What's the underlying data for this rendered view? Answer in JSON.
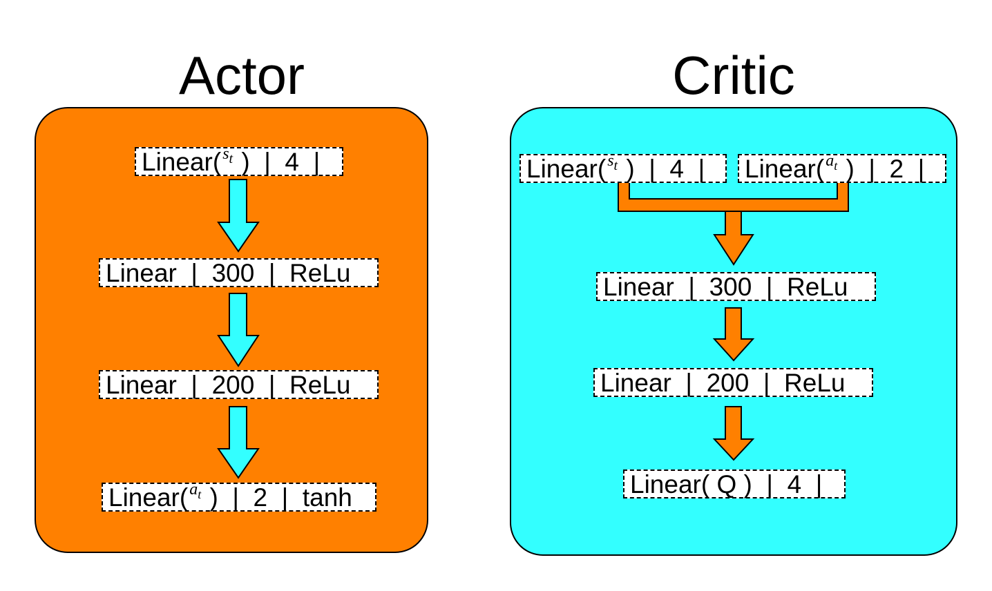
{
  "colors": {
    "actor_panel": "#ff8000",
    "critic_panel": "#33ffff",
    "actor_arrow": "#33ffff",
    "critic_arrow": "#ff8000"
  },
  "actor": {
    "title": "Actor",
    "layers": [
      {
        "pre": "Linear(",
        "sym": "s",
        "sub": "t",
        "post": " )  |  4  |"
      },
      {
        "text": "Linear  |  300  |  ReLu"
      },
      {
        "text": "Linear  |  200  |  ReLu"
      },
      {
        "pre": "Linear(",
        "sym": "a",
        "sub": "t",
        "post": " )  |  2  |  tanh"
      }
    ]
  },
  "critic": {
    "title": "Critic",
    "inputs": [
      {
        "pre": "Linear(",
        "sym": "s",
        "sub": "t",
        "post": " )  |  4  |"
      },
      {
        "pre": "Linear(",
        "sym": "a",
        "sub": "t",
        "post": " )  |  2  |"
      }
    ],
    "layers": [
      {
        "text": "Linear  |  300  |  ReLu"
      },
      {
        "text": "Linear  |  200  |  ReLu"
      },
      {
        "text": "Linear( Q )  |  4  |"
      }
    ]
  }
}
